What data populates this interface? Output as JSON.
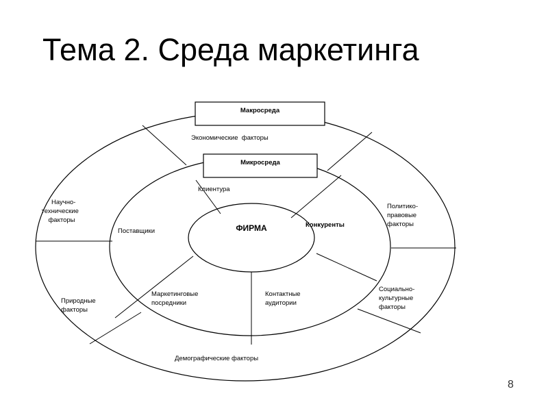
{
  "title": "Тема 2. Среда маркетинга",
  "page_number": "8",
  "diagram": {
    "macro_box": "Макросреда",
    "micro_box": "Микросреда",
    "center": "ФИРМА",
    "macro_factors": {
      "economic": "Экономические  факторы",
      "scientific": [
        "Научно-",
        "технические",
        "факторы"
      ],
      "political": [
        "Политико-",
        "правовые",
        "факторы"
      ],
      "social": [
        "Социально-",
        "культурные",
        "факторы"
      ],
      "natural": [
        "Природные",
        "факторы"
      ],
      "demographic": "Демографические факторы"
    },
    "micro_factors": {
      "clients": "Клиентура",
      "suppliers": "Поставщики",
      "competitors": "Конкуренты",
      "intermediaries": [
        "Маркетинговые",
        "посредники"
      ],
      "audiences": [
        "Контактные",
        "аудитории"
      ]
    }
  }
}
